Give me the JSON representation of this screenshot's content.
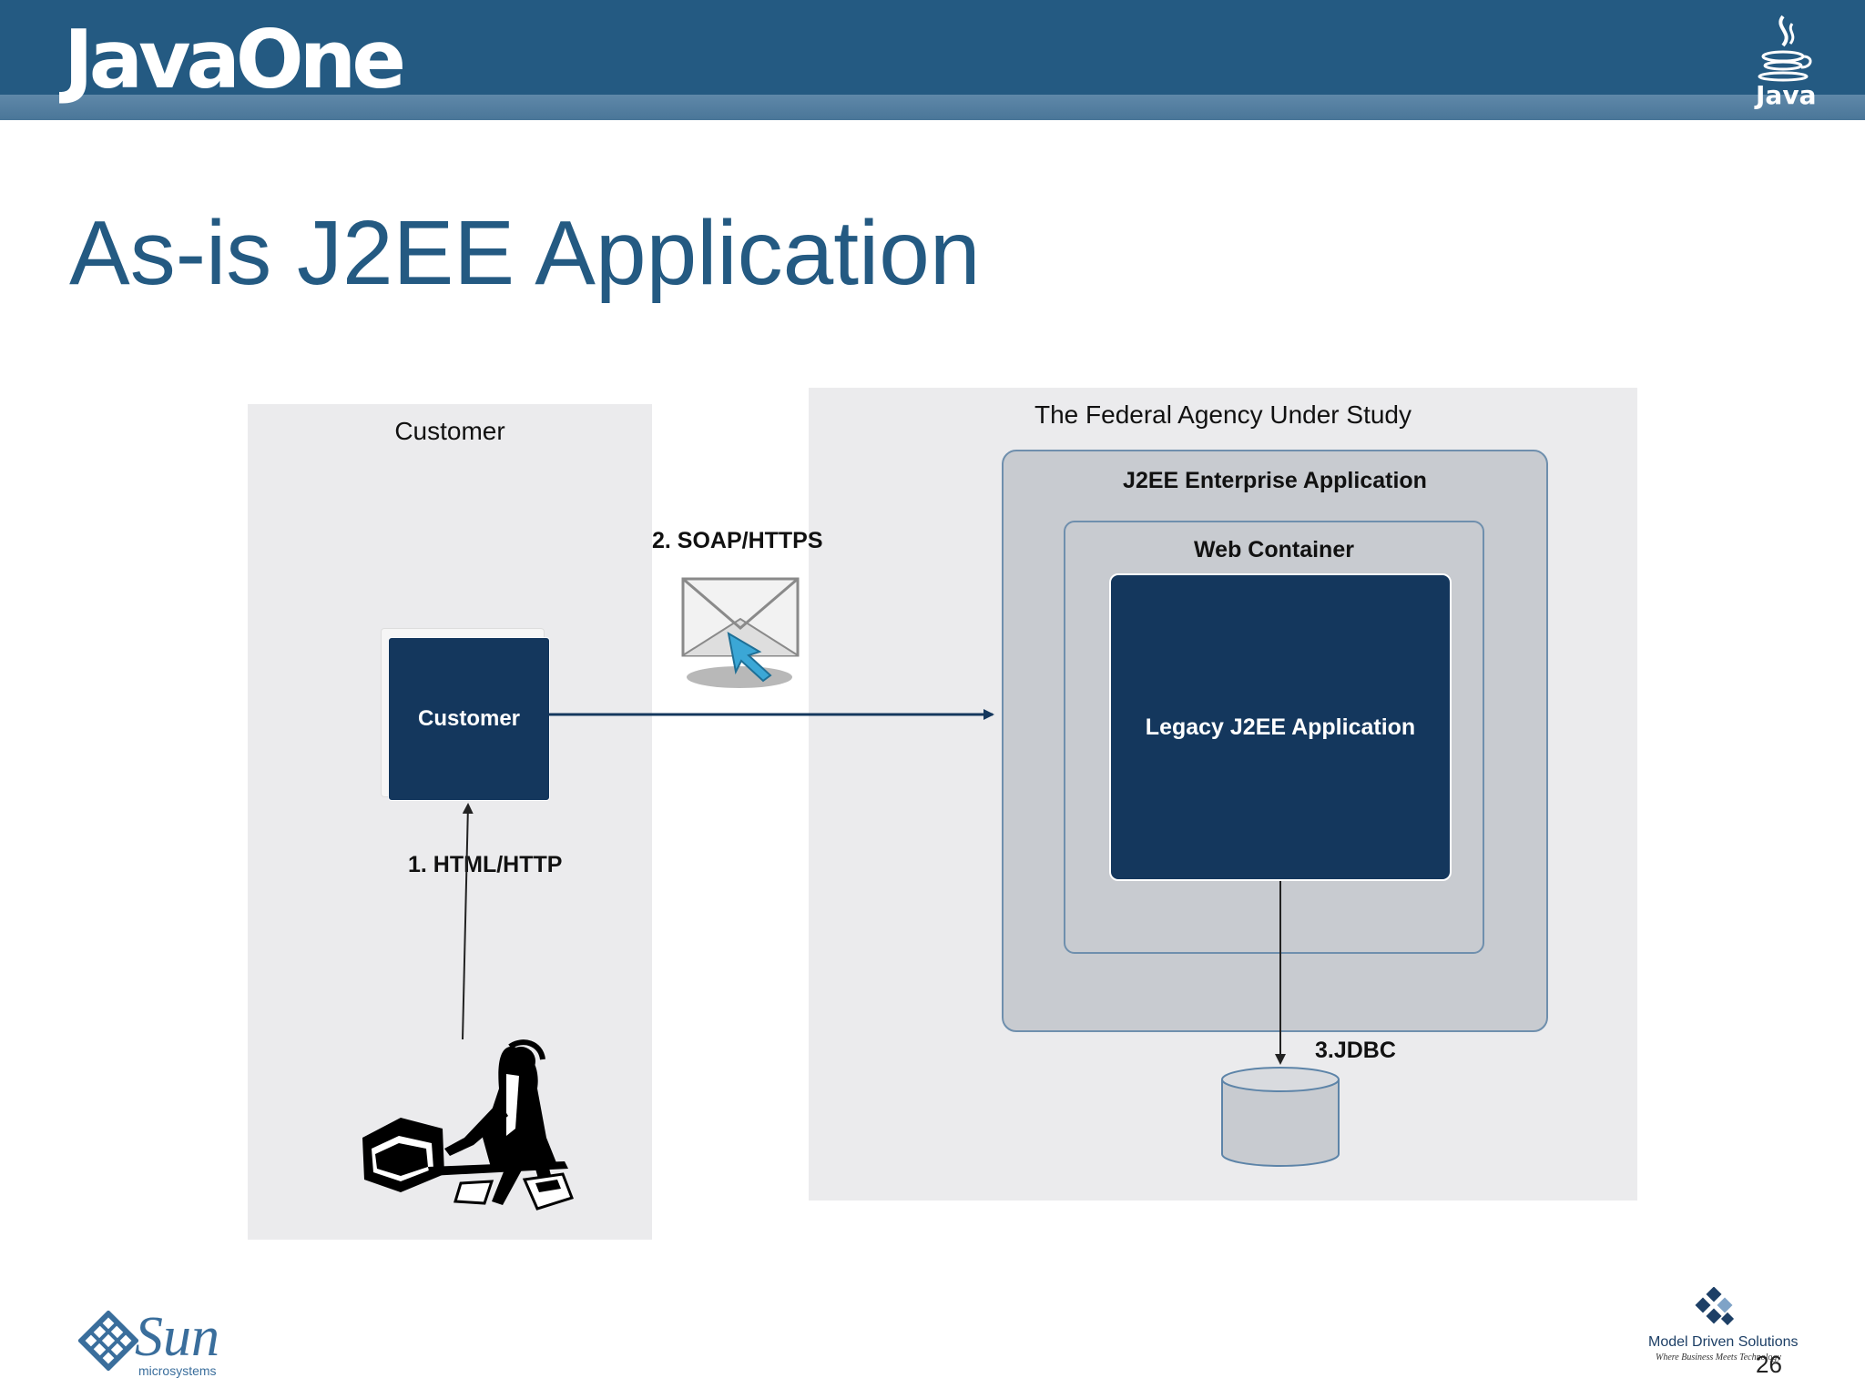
{
  "header": {
    "brand": "JavaOne",
    "java_logo_text": "Java"
  },
  "slide": {
    "title": "As-is J2EE Application",
    "number": "26"
  },
  "diagram": {
    "customer_lane": "Customer",
    "agency_lane": "The Federal Agency Under Study",
    "enterprise_app": "J2EE Enterprise Application",
    "web_container": "Web Container",
    "legacy_app": "Legacy J2EE Application",
    "customer_box": "Customer",
    "flows": {
      "html": "1. HTML/HTTP",
      "soap": "2. SOAP/HTTPS",
      "jdbc": "3.JDBC"
    }
  },
  "footer": {
    "sun_logo": "Sun",
    "sun_sub": "microsystems",
    "mds_logo": "Model Driven Solutions",
    "mds_tagline": "Where Business Meets Technology"
  },
  "colors": {
    "header": "#245a82",
    "title": "#245a82",
    "dark_box": "#14375d",
    "lane": "#ebebed",
    "container": "#c8cbd0"
  }
}
